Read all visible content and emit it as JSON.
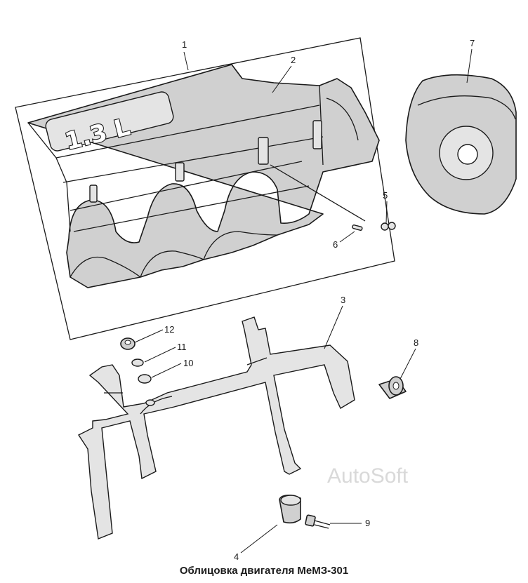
{
  "diagram": {
    "caption": "Облицовка двигателя МеМЗ-301",
    "badge": "1.3 L",
    "watermark": "AutoSoft",
    "callouts": {
      "c1": "1",
      "c2": "2",
      "c3": "3",
      "c4": "4",
      "c5": "5",
      "c6": "6",
      "c7": "7",
      "c8": "8",
      "c9": "9",
      "c10": "10",
      "c11": "11",
      "c12": "12"
    }
  }
}
